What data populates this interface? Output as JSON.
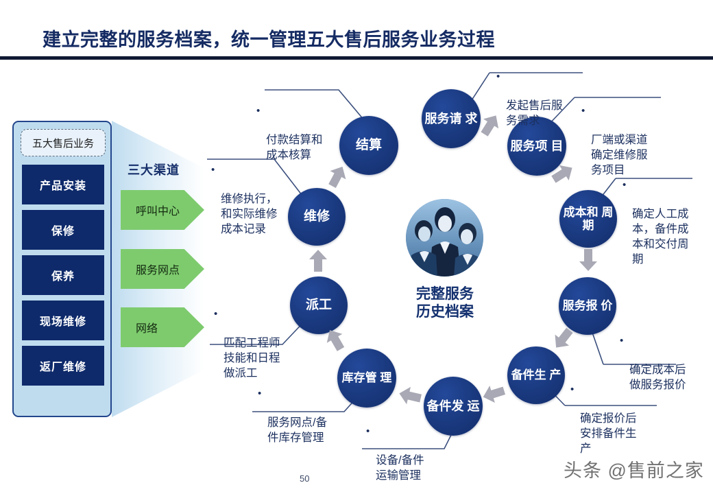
{
  "slide": {
    "title": "建立完整的服务档案，统一管理五大售后服务业务过程",
    "page_number": "50",
    "watermark": "头条 @售前之家"
  },
  "colors": {
    "title": "#152b63",
    "rule": "#101a33",
    "panel_fill": "#bfdcef",
    "panel_border": "#23468c",
    "node_navy": "#1b3b82",
    "channel_green": "#7ecb6e",
    "arrow_gray": "#a8a9b4",
    "callout_text": "#1b2f5e"
  },
  "business_panel": {
    "header": "五大售后业务",
    "items": [
      {
        "label": "产品安装"
      },
      {
        "label": "保修"
      },
      {
        "label": "保养"
      },
      {
        "label": "现场维修"
      },
      {
        "label": "返厂维修"
      }
    ]
  },
  "channels": {
    "title": "三大渠道",
    "items": [
      {
        "label": "呼叫中心"
      },
      {
        "label": "服务网点"
      },
      {
        "label": "网络"
      }
    ]
  },
  "center": {
    "caption_line1": "完整服务",
    "caption_line2": "历史档案",
    "photo_alt": "三位服务人员合影"
  },
  "cycle": {
    "nodes": [
      {
        "id": "service-request",
        "label": "服务请\n求"
      },
      {
        "id": "service-item",
        "label": "服务项\n目"
      },
      {
        "id": "cost-cycle",
        "label": "成本和\n周期"
      },
      {
        "id": "service-quote",
        "label": "服务报\n价"
      },
      {
        "id": "parts-production",
        "label": "备件生\n产"
      },
      {
        "id": "parts-shipping",
        "label": "备件发\n运"
      },
      {
        "id": "inventory-mgmt",
        "label": "库存管\n理"
      },
      {
        "id": "dispatch",
        "label": "派工"
      },
      {
        "id": "repair",
        "label": "维修"
      },
      {
        "id": "settlement",
        "label": "结算"
      }
    ]
  },
  "callouts": [
    {
      "id": "c-service-request",
      "text": "发起售后服\n务需求"
    },
    {
      "id": "c-service-item",
      "text": "厂端或渠道\n确定维修服\n务项目"
    },
    {
      "id": "c-cost-cycle",
      "text": "确定人工成\n本，备件成\n本和交付周\n期"
    },
    {
      "id": "c-service-quote",
      "text": "确定成本后\n做服务报价"
    },
    {
      "id": "c-parts-production",
      "text": "确定报价后\n安排备件生\n产"
    },
    {
      "id": "c-parts-shipping",
      "text": "设备/备件\n运输管理"
    },
    {
      "id": "c-inventory",
      "text": "服务网点/备\n件库存管理"
    },
    {
      "id": "c-dispatch",
      "text": "匹配工程师\n技能和日程\n做派工"
    },
    {
      "id": "c-repair",
      "text": "维修执行，\n和实际维修\n成本记录"
    },
    {
      "id": "c-settlement",
      "text": "付款结算和\n成本核算"
    }
  ]
}
